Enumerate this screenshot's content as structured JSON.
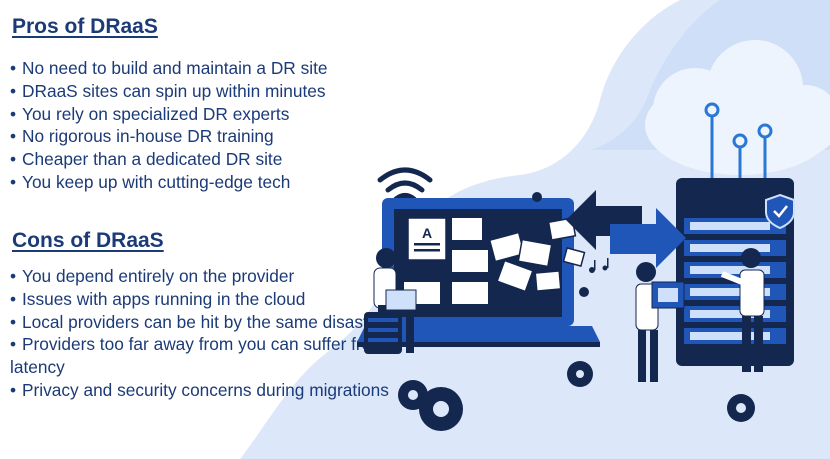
{
  "pros": {
    "heading": "Pros of DRaaS",
    "items": [
      "No need to build and maintain a DR site",
      "DRaaS sites can spin up within minutes",
      "You rely on specialized DR experts",
      "No rigorous in-house DR training",
      "Cheaper than a dedicated DR site",
      "You keep up with cutting-edge tech"
    ]
  },
  "cons": {
    "heading": "Cons of DRaaS",
    "items": [
      "You depend entirely on the provider",
      "Issues with apps running in the cloud",
      "Local providers can be hit by the same disaster",
      "Providers too far away from you can suffer from latency",
      "Privacy and security concerns during migrations"
    ]
  },
  "bullet": "•",
  "illustration": {
    "doc_letter": "A",
    "icons": [
      "wifi-icon",
      "cloud-icon",
      "server-rack-icon",
      "laptop-icon",
      "shield-check-icon",
      "exchange-arrows-icon",
      "gear-icon",
      "image-file-icon",
      "music-note-icon"
    ]
  },
  "colors": {
    "heading": "#1b3a78",
    "text": "#1b3a78",
    "primary_blue": "#1f56b8",
    "dark_navy": "#14274f",
    "light_blue_bg": "#dbe8fb",
    "cloud_white": "#eef4fd"
  }
}
